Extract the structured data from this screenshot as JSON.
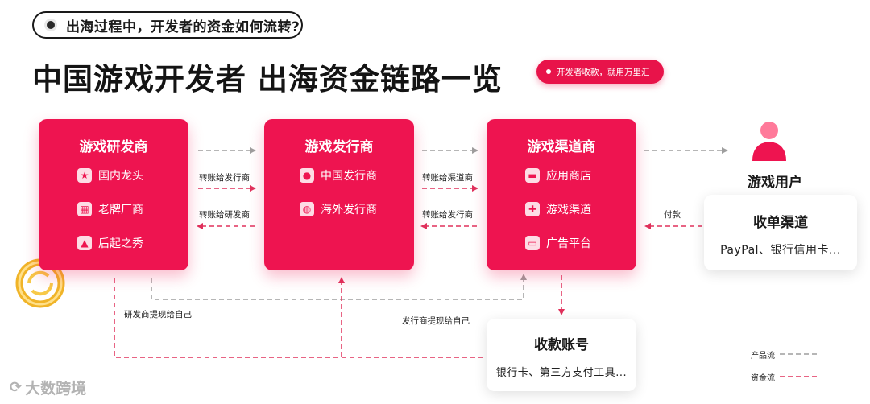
{
  "header": {
    "question": "出海过程中，开发者的资金如何流转?",
    "title": "中国游戏开发者  出海资金链路一览",
    "tag": "开发者收款，就用万里汇"
  },
  "cards": {
    "developer": {
      "title": "游戏研发商",
      "items": [
        {
          "label": "国内龙头",
          "icon": "medal-icon"
        },
        {
          "label": "老牌厂商",
          "icon": "building-icon"
        },
        {
          "label": "后起之秀",
          "icon": "thumbs-up-icon"
        }
      ]
    },
    "publisher": {
      "title": "游戏发行商",
      "items": [
        {
          "label": "中国发行商",
          "icon": "person-icon"
        },
        {
          "label": "海外发行商",
          "icon": "globe-icon"
        }
      ]
    },
    "channel": {
      "title": "游戏渠道商",
      "items": [
        {
          "label": "应用商店",
          "icon": "store-icon"
        },
        {
          "label": "游戏渠道",
          "icon": "gamepad-icon"
        },
        {
          "label": "广告平台",
          "icon": "monitor-icon"
        }
      ]
    }
  },
  "user": {
    "title": "游戏用户"
  },
  "collection": {
    "title": "收单渠道",
    "subtitle": "PayPal、银行信用卡..."
  },
  "account": {
    "title": "收款账号",
    "subtitle": "银行卡、第三方支付工具..."
  },
  "flows": {
    "transfer_to_publisher": "转账给发行商",
    "transfer_to_developer": "转账给研发商",
    "transfer_to_channel": "转账给渠道商",
    "transfer_to_publisher_2": "转账给发行商",
    "payment": "付款",
    "developer_withdraw": "研发商提现给自己",
    "publisher_withdraw": "发行商提现给自己"
  },
  "legend": {
    "product_flow": "产品流",
    "money_flow": "资金流",
    "product_color": "#9e9e9e",
    "money_color": "#e0315c"
  },
  "watermark": "大数跨境"
}
